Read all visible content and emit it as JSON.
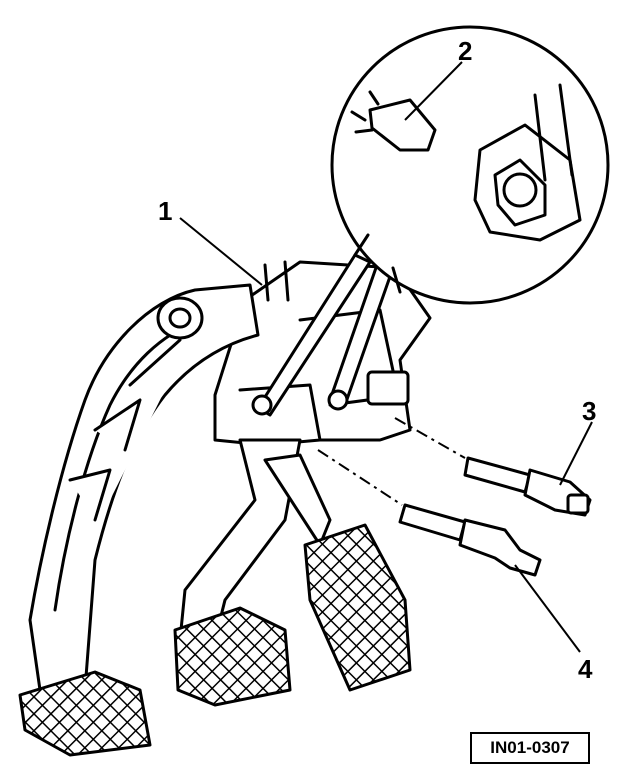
{
  "callouts": {
    "c1": "1",
    "c2": "2",
    "c3": "3",
    "c4": "4"
  },
  "figure_code": "IN01-0307",
  "colors": {
    "ink": "#000000",
    "paper": "#ffffff"
  }
}
